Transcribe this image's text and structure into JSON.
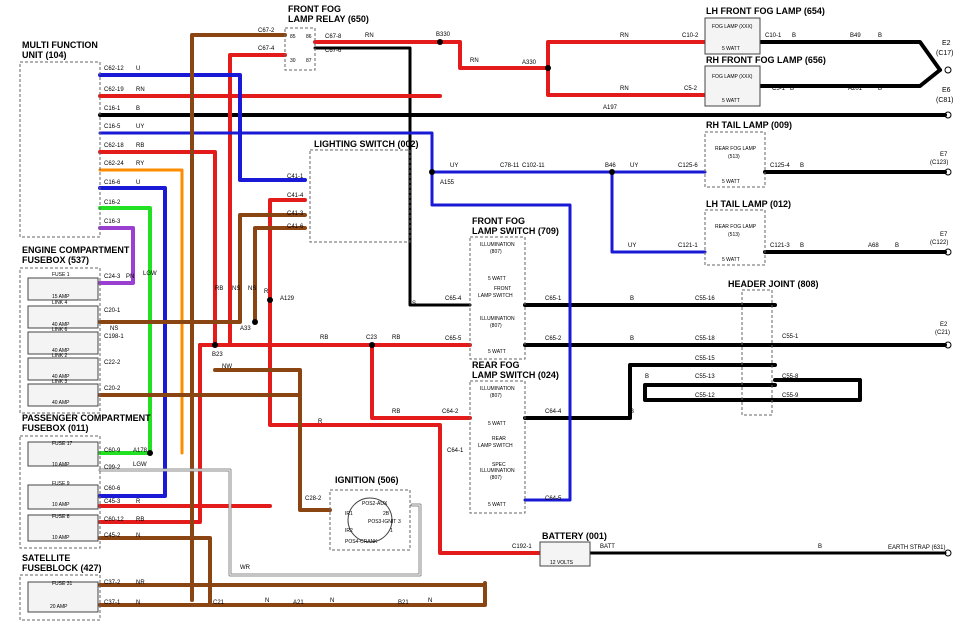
{
  "colors": {
    "red": "#e41b1b",
    "black": "#000000",
    "blue": "#1a1ad6",
    "brown": "#8b4513",
    "green": "#22e022",
    "purple": "#9b3fd1",
    "orange": "#ff8c00"
  },
  "components": {
    "mfu": "MULTI FUNCTION",
    "mfu2": "UNIT (104)",
    "relay": "FRONT FOG",
    "relay2": "LAMP RELAY (650)",
    "lighting": "LIGHTING SWITCH (002)",
    "lhfog": "LH FRONT FOG LAMP (654)",
    "rhfog": "RH FRONT FOG LAMP (656)",
    "rhtail": "RH TAIL LAMP (009)",
    "lhtail": "LH TAIL LAMP (012)",
    "ffsw": "FRONT FOG",
    "ffsw2": "LAMP SWITCH (709)",
    "rfsw": "REAR FOG",
    "rfsw2": "LAMP SWITCH (024)",
    "header": "HEADER JOINT (808)",
    "ecfb": "ENGINE COMPARTMENT",
    "ecfb2": "FUSEBOX (537)",
    "pcfb": "PASSENGER COMPARTMENT",
    "pcfb2": "FUSEBOX (011)",
    "sat": "SATELLITE",
    "sat2": "FUSEBLOCK (427)",
    "ign": "IGNITION (506)",
    "batt": "BATTERY (001)",
    "earthstrap": "EARTH STRAP (631)"
  },
  "inner": {
    "foglamp1": "FOG LAMP (XXX)",
    "foglamp2": "FOG LAMP (XXX)",
    "watt5": "5 WATT",
    "rearfog": "REAR FOG LAMP",
    "p513": "(513)",
    "illum": "ILLUMINATION",
    "p807": "(807)",
    "front": "FRONT",
    "lampsw": "LAMP SWITCH",
    "rear": "REAR",
    "spec": "SPEC",
    "volts": "12 VOLTS",
    "pos2": "POS2-AUX",
    "ir1": "IR1",
    "ir2": "IR2",
    "pos3": "POS3-IGNIT",
    "pos4": "POS4-CRANK",
    "n2b": "2B",
    "n3": "3",
    "n1": "1",
    "r85": "85",
    "r86": "86",
    "r30": "30",
    "r87": "87"
  },
  "fuses": {
    "f1": "FUSE 1",
    "f1a": "15 AMP",
    "l4": "LINK 4",
    "l4a": "40 AMP",
    "l6": "LINK 6",
    "l6a": "40 AMP",
    "l2": "LINK 2",
    "l2a": "40 AMP",
    "l3": "LINK 3",
    "l3a": "40 AMP",
    "f17": "FUSE 17",
    "f17a": "10 AMP",
    "f9": "FUSE 9",
    "f9a": "10 AMP",
    "f8": "FUSE 8",
    "f8a": "10 AMP",
    "f31": "FUSE 31",
    "f31a": "20 AMP"
  },
  "conn": {
    "c6212": "C62-12",
    "c6219": "C62-19",
    "c161": "C16-1",
    "c165": "C16-5",
    "c6218": "C62-18",
    "c6224": "C62-24",
    "c166": "C16-6",
    "c162": "C16-2",
    "c163": "C16-3",
    "c243": "C24-3",
    "c201": "C20-1",
    "c1981": "C198-1",
    "c222": "C22-2",
    "c202": "C20-2",
    "c609": "C60-9",
    "c992": "C99-2",
    "c606": "C60-6",
    "c453": "C45-3",
    "c6012": "C60-12",
    "c452": "C45-2",
    "c372": "C37-2",
    "c371": "C37-1",
    "c672": "C67-2",
    "c674": "C67-4",
    "c678": "C67-8",
    "c676": "C67-6",
    "c411": "C41-1",
    "c414": "C41-4",
    "c413": "C41-3",
    "c416": "C41-6",
    "c102": "C10-2",
    "c101": "C10-1",
    "c52": "C5-2",
    "c51": "C5-1",
    "c1256": "C125-6",
    "c1254": "C125-4",
    "c1211": "C121-1",
    "c1213": "C121-3",
    "c7811": "C78-11",
    "c10211": "C102-11",
    "c654": "C65-4",
    "c651": "C65-1",
    "c655": "C65-5",
    "c652": "C65-2",
    "c642": "C64-2",
    "c644": "C64-4",
    "c641": "C64-1",
    "c645": "C64-5",
    "c5516": "C55-16",
    "c5518": "C55-18",
    "c5515": "C55-15",
    "c5513": "C55-13",
    "c5512": "C55-12",
    "c551": "C55-1",
    "c558": "C55-8",
    "c559": "C55-9",
    "c282": "C28-2",
    "c1921": "C192-1"
  },
  "splices": {
    "b330": "B330",
    "a330": "A330",
    "a197": "A197",
    "b49": "B49",
    "a201": "A201",
    "b46": "B46",
    "a155": "A155",
    "a68": "A68",
    "a129": "A129",
    "a33": "A33",
    "b23": "B23",
    "c23": "C23",
    "a178": "A178",
    "c21": "C21",
    "a21": "A21",
    "b21": "B21"
  },
  "earths": {
    "e2": "E2",
    "c17": "(C17)",
    "e6": "E6",
    "c81": "(C81)",
    "e7": "E7",
    "c123": "(C123)",
    "e7b": "E7",
    "c122": "(C122)",
    "e2b": "E2",
    "c21g": "(C21)"
  },
  "wires": {
    "u": "U",
    "rn": "RN",
    "b": "B",
    "uy": "UY",
    "rb": "RB",
    "ry": "RY",
    "pn": "PN",
    "lgw": "LGW",
    "ns": "NS",
    "nw": "NW",
    "r": "R",
    "wr": "WR",
    "nr": "NR",
    "n": "N",
    "bs": "BS",
    "batt": "BATT"
  }
}
